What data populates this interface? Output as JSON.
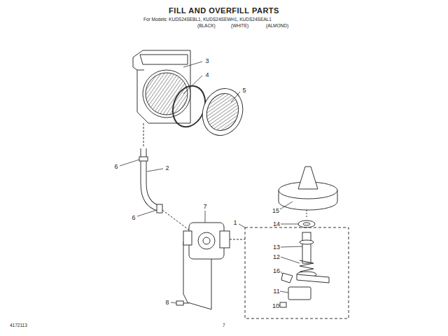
{
  "diagram": {
    "title": "FILL AND OVERFILL PARTS",
    "labels": [
      "For Models: KUDS24SEBL1, KUDS24SEWH1, KUDS24SEAL1",
      "(BLACK)",
      "(WHITE)",
      "(ALMOND)",
      "3",
      "4",
      "5",
      "6",
      "2",
      "6",
      "7",
      "1",
      "15",
      "14",
      "13",
      "12",
      "16",
      "8",
      "11",
      "10",
      "4172113",
      "7"
    ]
  }
}
